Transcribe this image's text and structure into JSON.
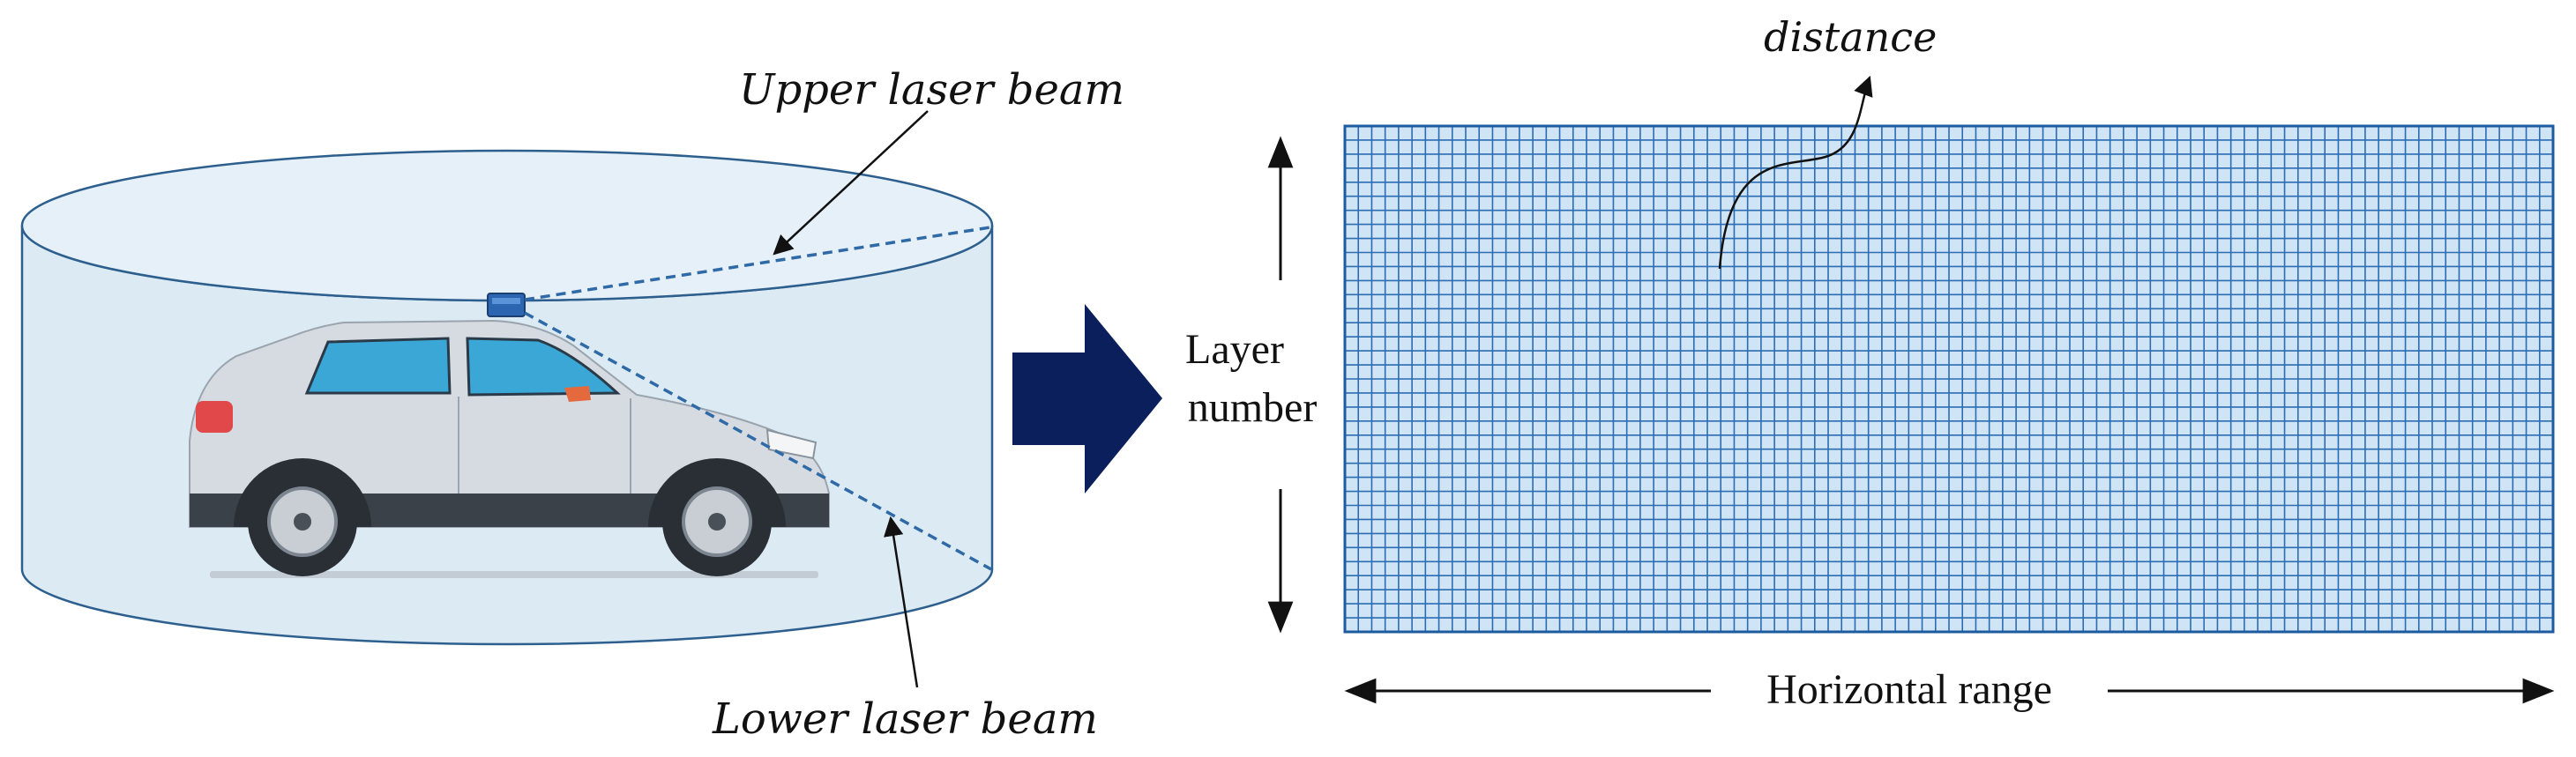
{
  "labels": {
    "upper_beam": "Upper laser beam",
    "lower_beam": "Lower laser beam",
    "distance": "distance",
    "layer_line1": "Layer",
    "layer_line2": "number",
    "horizontal": "Horizontal range"
  },
  "grid": {
    "rows": 36,
    "cols": 90
  },
  "colors": {
    "cylinder_fill": "#dceaf4",
    "cylinder_stroke": "#2d5f8e",
    "beam": "#2f6aa6",
    "grid_fill": "#cfe4f4",
    "grid_line": "#2b6cb3",
    "big_arrow": "#0b1f5c",
    "car_body": "#d6dbe1",
    "car_window": "#3aa7d6",
    "tire": "#2a2f36"
  }
}
